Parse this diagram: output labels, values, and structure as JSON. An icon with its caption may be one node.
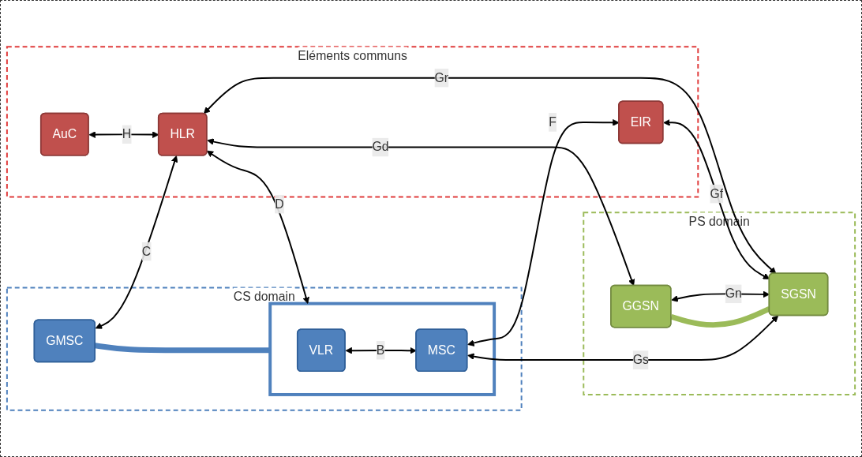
{
  "diagram": {
    "nodes": [
      {
        "text": [
          "CS domain"
        ]
      },
      {
        "text": [
          "GMSC"
        ],
        "in": 0
      },
      {
        "text": [],
        "shape": "box",
        "in": 0
      },
      {
        "text": [
          "VLR"
        ],
        "in": 2
      },
      {
        "text": [
          "MSC"
        ],
        "in": 2
      },
      {
        "text": [
          "Eléments communs"
        ]
      },
      {
        "text": [
          "AuC"
        ],
        "in": 5
      },
      {
        "text": [
          "HLR"
        ],
        "in": 5
      },
      {
        "text": [
          "EIR"
        ],
        "in": 5
      },
      {
        "text": [
          "PS domain"
        ]
      },
      {
        "text": [
          "GGSN"
        ],
        "in": 9
      },
      {
        "text": [
          "SGSN"
        ],
        "in": 9
      }
    ],
    "edges": [
      {
        "from": 1,
        "to": 2,
        "arrow": "none",
        "style": "thick",
        "color": "#4f81bd"
      },
      {
        "from": 3,
        "to": 4,
        "arrow": "both",
        "label": "B"
      },
      {
        "from": 6,
        "to": 7,
        "arrow": "both",
        "label": "H"
      },
      {
        "from": 1,
        "to": 7,
        "arrow": "both",
        "label": "C"
      },
      {
        "from": 7,
        "to": 2,
        "arrow": "both",
        "label": "D"
      },
      {
        "from": 4,
        "to": 8,
        "arrow": "both",
        "label": "F"
      },
      {
        "from": 7,
        "to": 10,
        "arrow": "both",
        "label": "Gd"
      },
      {
        "from": 7,
        "to": 11,
        "arrow": "both",
        "label": "Gr"
      },
      {
        "from": 8,
        "to": 11,
        "arrow": "both",
        "label": "Gf"
      },
      {
        "from": 10,
        "to": 11,
        "arrow": "both",
        "label": "Gn"
      },
      {
        "from": 10,
        "to": 11,
        "arrow": "none",
        "style": "thick",
        "color": "#9bbb59"
      },
      {
        "from": 4,
        "to": 11,
        "arrow": "both",
        "label": "Gs"
      }
    ]
  }
}
